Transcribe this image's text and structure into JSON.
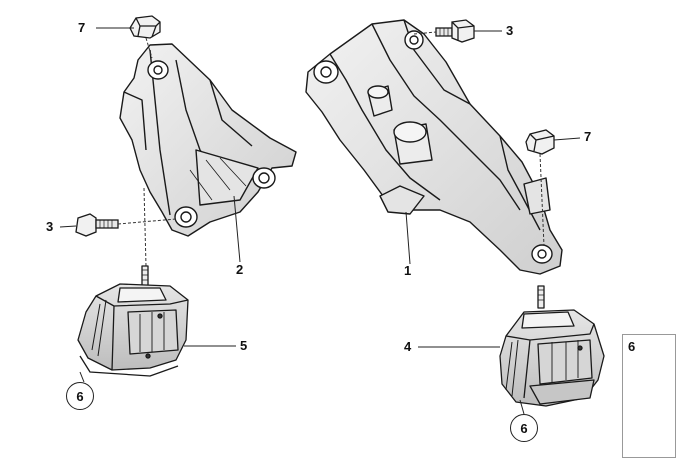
{
  "labels": {
    "left_nut_top": "7",
    "left_bolt": "3",
    "left_bracket": "2",
    "left_mount": "5",
    "left_mount_ref": "6",
    "right_bolt": "3",
    "right_nut": "7",
    "right_bracket": "1",
    "right_mount": "4",
    "right_mount_ref": "6",
    "legend_ref": "6"
  }
}
